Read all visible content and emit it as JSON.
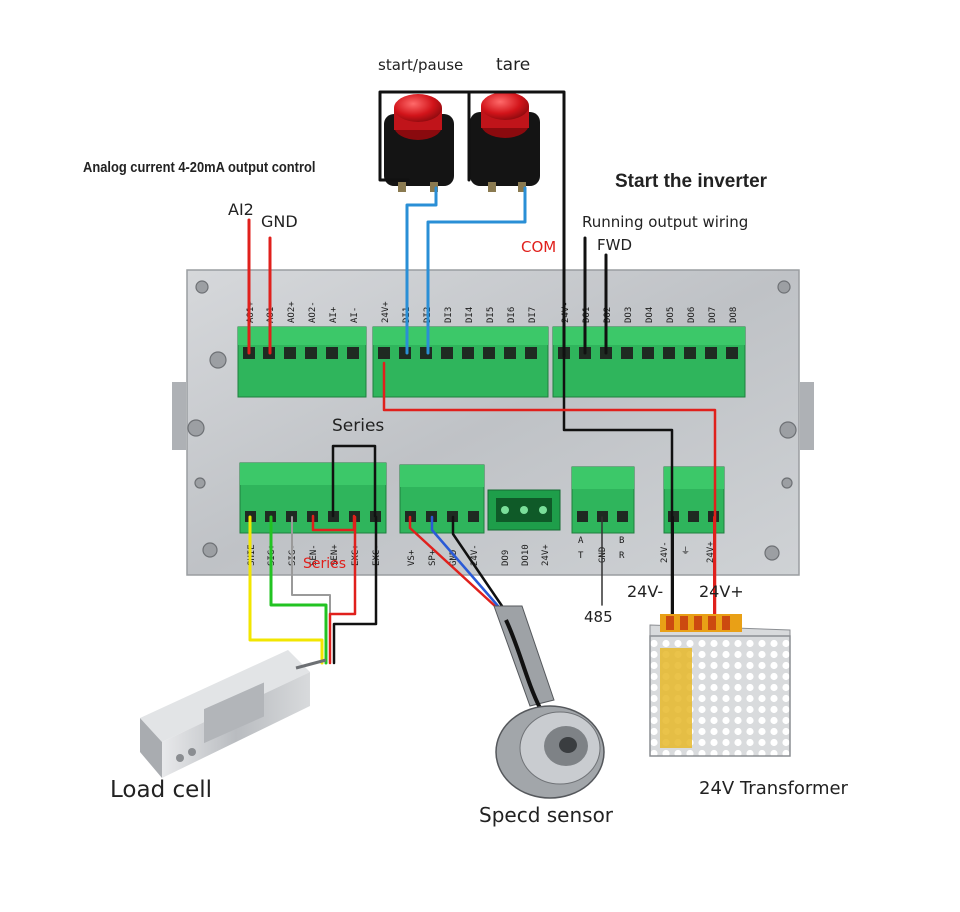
{
  "labels": {
    "start_pause": "start/pause",
    "tare": "tare",
    "analog_control": "Analog current 4-20mA output control",
    "start_inverter": "Start the inverter",
    "ai2": "AI2",
    "gnd": "GND",
    "running_output": "Running output wiring",
    "com": "COM",
    "fwd": "FWD",
    "series_top": "Series",
    "series_red": "Series",
    "v24_minus": "24V-",
    "v24_plus": "24V+",
    "rs485": "485",
    "load_cell": "Load cell",
    "speed_sensor": "Specd sensor",
    "transformer": "24V Transformer"
  },
  "terminals": {
    "analog_block": [
      "AO1+",
      "AO1-",
      "AO2+",
      "AO2-",
      "AI+",
      "AI-"
    ],
    "di_block": [
      "24V+",
      "DI1",
      "DI2",
      "DI3",
      "DI4",
      "DI5",
      "DI6",
      "DI7"
    ],
    "do_block": [
      "24V-",
      "DO1",
      "DO2",
      "DO3",
      "DO4",
      "DO5",
      "DO6",
      "DO7",
      "DO8"
    ],
    "loadcell_block": [
      "SHIE",
      "SIG+",
      "SIG-",
      "SEN-",
      "SEN+",
      "EXC+",
      "EXC-"
    ],
    "speed_block": [
      "VS+",
      "SP+",
      "GND",
      "24V-"
    ],
    "do_extra_block": [
      "DO9",
      "DO10",
      "24V+"
    ],
    "rs485_block": [
      "A",
      "GND",
      "B"
    ],
    "rs485_sub": [
      "T",
      "",
      "R"
    ],
    "power_block": [
      "24V-",
      "⏚",
      "24V+"
    ]
  },
  "colors": {
    "red_wire": "#e0201c",
    "blue_wire": "#2a8fd6",
    "black_wire": "#111111",
    "yellow_wire": "#f2e600",
    "green_wire": "#22c322",
    "terminal_green": "#2fb55c",
    "panel_metal": "#c9ccd0",
    "label_red": "#e0201c"
  }
}
